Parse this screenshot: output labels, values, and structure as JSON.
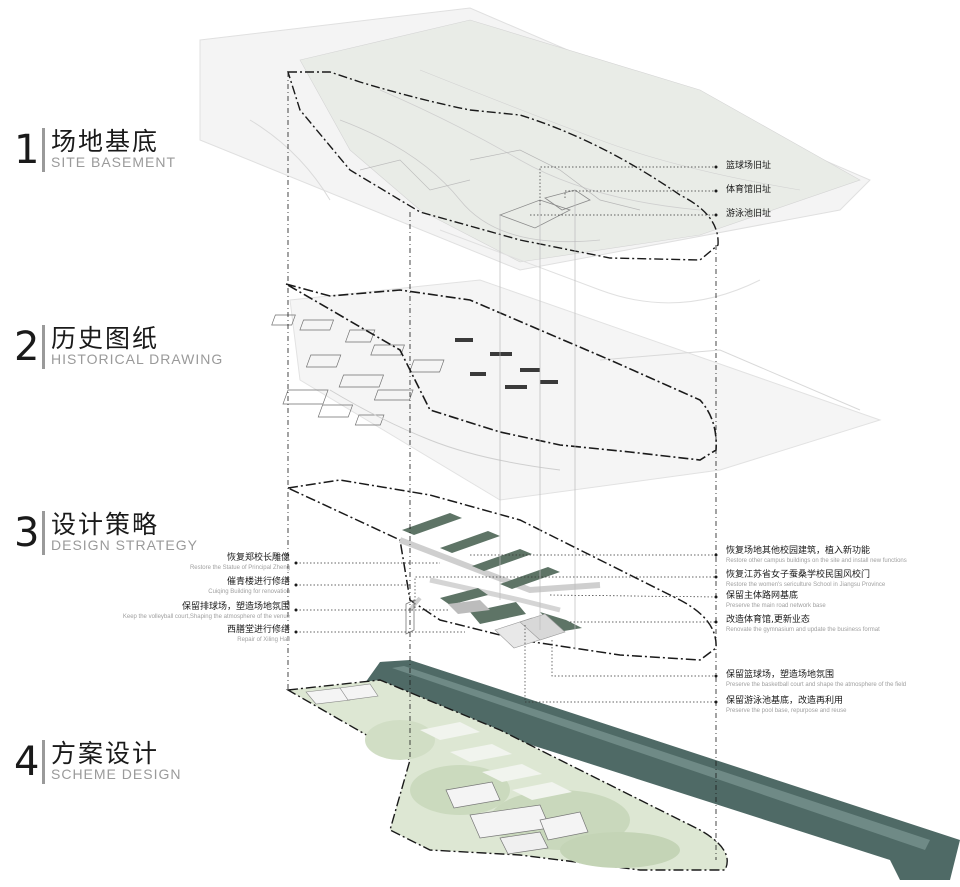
{
  "layers": [
    {
      "number": "1",
      "title_zh": "场地基底",
      "title_en": "SITE BASEMENT"
    },
    {
      "number": "2",
      "title_zh": "历史图纸",
      "title_en": "HISTORICAL DRAWING"
    },
    {
      "number": "3",
      "title_zh": "设计策略",
      "title_en": "DESIGN STRATEGY"
    },
    {
      "number": "4",
      "title_zh": "方案设计",
      "title_en": "SCHEME DESIGN"
    }
  ],
  "site_labels": [
    {
      "zh": "篮球场旧址"
    },
    {
      "zh": "体育馆旧址"
    },
    {
      "zh": "游泳池旧址"
    }
  ],
  "strategy_left": [
    {
      "zh": "恢复郑校长雕像",
      "en": "Restore the Statue of Principal Zheng"
    },
    {
      "zh": "催青楼进行修缮",
      "en": "Cuiqing Building for renovation"
    },
    {
      "zh": "保留排球场，塑造场地氛围",
      "en": "Keep the volleyball court,Shaping the atmosphere of the venue"
    },
    {
      "zh": "西膳堂进行修缮",
      "en": "Repair of Xiling Hall"
    }
  ],
  "strategy_right": [
    {
      "zh": "恢复场地其他校园建筑，植入新功能",
      "en": "Restore other campus buildings on the site and install new functions"
    },
    {
      "zh": "恢复江苏省女子蚕桑学校民国风校门",
      "en": "Restore the women's sericulture School in Jiangsu Province"
    },
    {
      "zh": "保留主体路网基底",
      "en": "Preserve the main road network base"
    },
    {
      "zh": "改造体育馆,更新业态",
      "en": "Renovate the gymnasium and update the business format"
    },
    {
      "zh": "保留篮球场，塑造场地氛围",
      "en": "Preserve the basketball court and shape the atmosphere of the field"
    },
    {
      "zh": "保留游泳池基底，改造再利用",
      "en": "Preserve the pool base, repurpose and reuse"
    }
  ],
  "colors": {
    "dark_green": "#5e7466",
    "mid_green": "#8fa596",
    "road_gray": "#cfcfcf",
    "light_gray": "#e6e6e6",
    "vegetation": "#c9d8bc",
    "water": "#4f6a66",
    "line": "#1a1a1a"
  }
}
